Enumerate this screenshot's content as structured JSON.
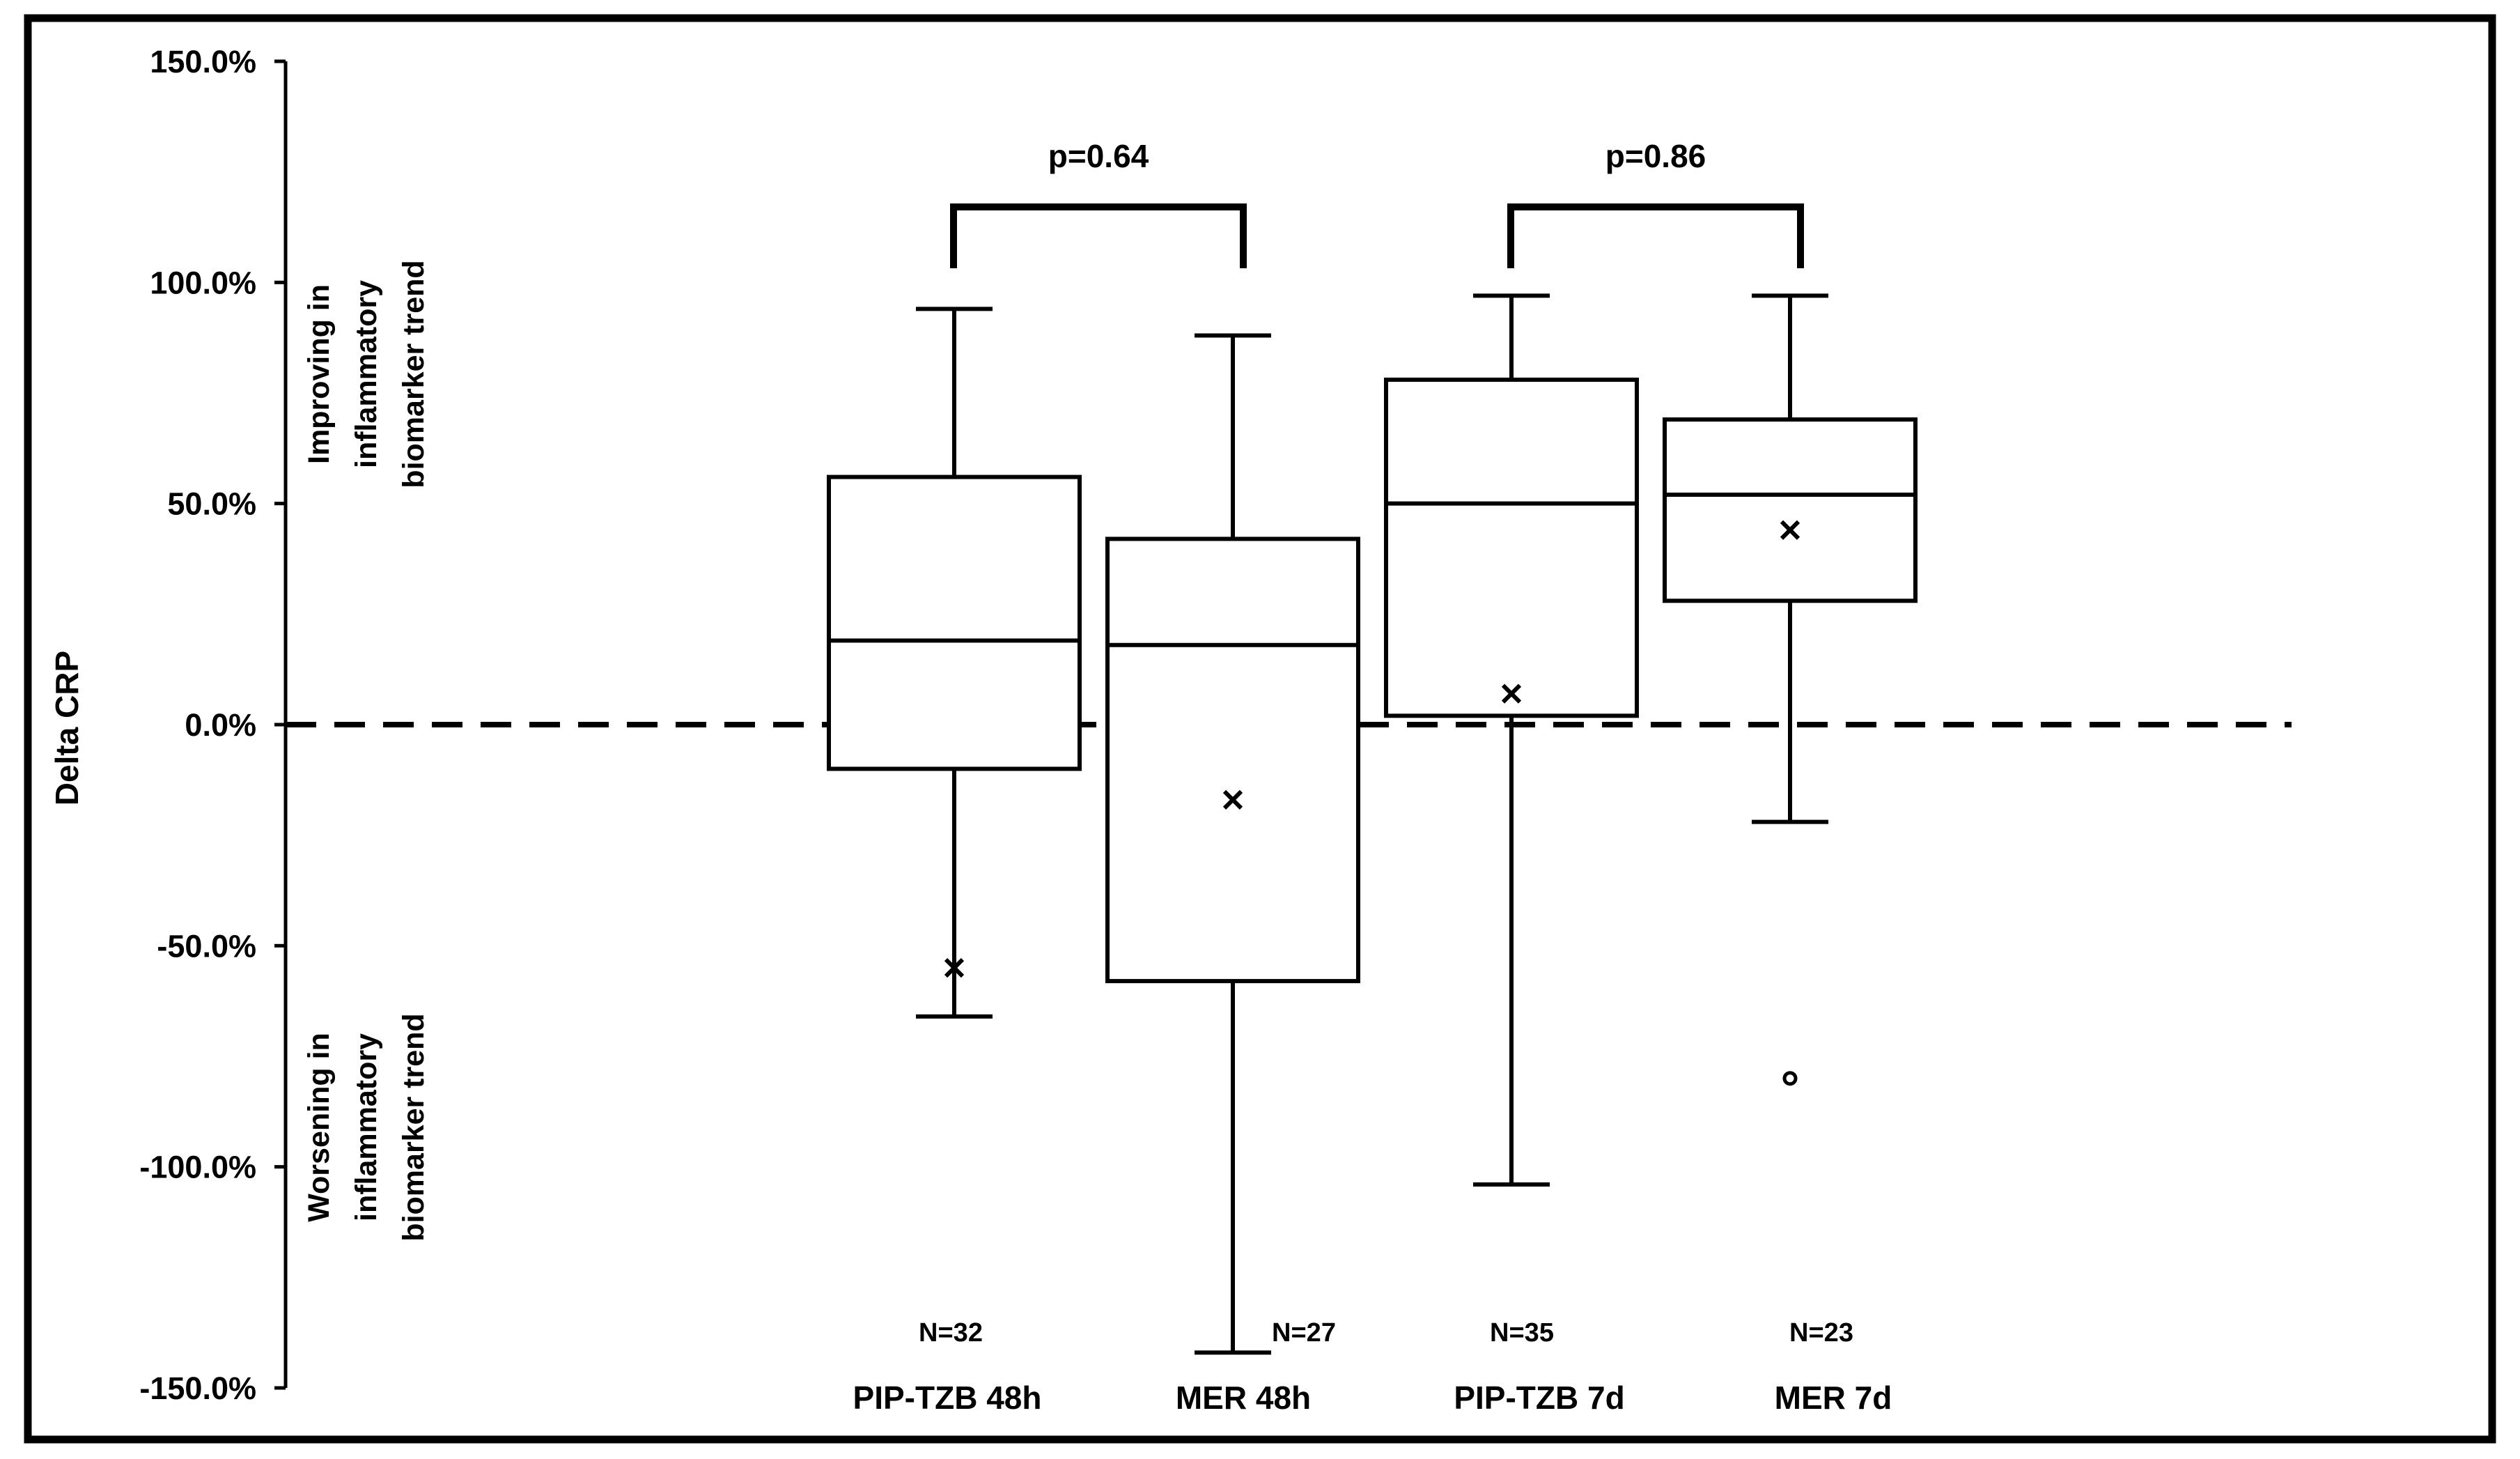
{
  "chart_data": {
    "type": "box",
    "title": "",
    "ylabel": "Delta CRP",
    "ylim": [
      -150,
      150
    ],
    "yticks": [
      {
        "value": 150,
        "label": "150.0%"
      },
      {
        "value": 100,
        "label": "100.0%"
      },
      {
        "value": 50,
        "label": "50.0%"
      },
      {
        "value": 0,
        "label": "0.0%"
      },
      {
        "value": -50,
        "label": "-50.0%"
      },
      {
        "value": -100,
        "label": "-100.0%"
      },
      {
        "value": -150,
        "label": "-150.0%"
      }
    ],
    "reference_line": {
      "value": 0,
      "style": "dashed"
    },
    "region_labels": {
      "upper": [
        "Improving in",
        "inflammatory",
        "biomarker trend"
      ],
      "lower": [
        "Worsening in",
        "inflammatory",
        "biomarker trend"
      ]
    },
    "groups": [
      {
        "label": "PIP-TZB 48h",
        "n_label": "N=32",
        "whisker_low": -66,
        "q1": -10,
        "median": 19,
        "q3": 56,
        "whisker_high": 94,
        "mean": -55,
        "outliers": []
      },
      {
        "label": "MER 48h",
        "n_label": "N=27",
        "whisker_low": -142,
        "q1": -58,
        "median": 18,
        "q3": 42,
        "whisker_high": 88,
        "mean": -17,
        "outliers": []
      },
      {
        "label": "PIP-TZB 7d",
        "n_label": "N=35",
        "whisker_low": -104,
        "q1": 2,
        "median": 50,
        "q3": 78,
        "whisker_high": 97,
        "mean": 7,
        "outliers": []
      },
      {
        "label": "MER 7d",
        "n_label": "N=23",
        "whisker_low": -22,
        "q1": 28,
        "median": 52,
        "q3": 69,
        "whisker_high": 97,
        "mean": 44,
        "outliers": [
          -80
        ]
      }
    ],
    "comparisons": [
      {
        "from": 0,
        "to": 1,
        "label": "p=0.64"
      },
      {
        "from": 2,
        "to": 3,
        "label": "p=0.86"
      }
    ]
  }
}
